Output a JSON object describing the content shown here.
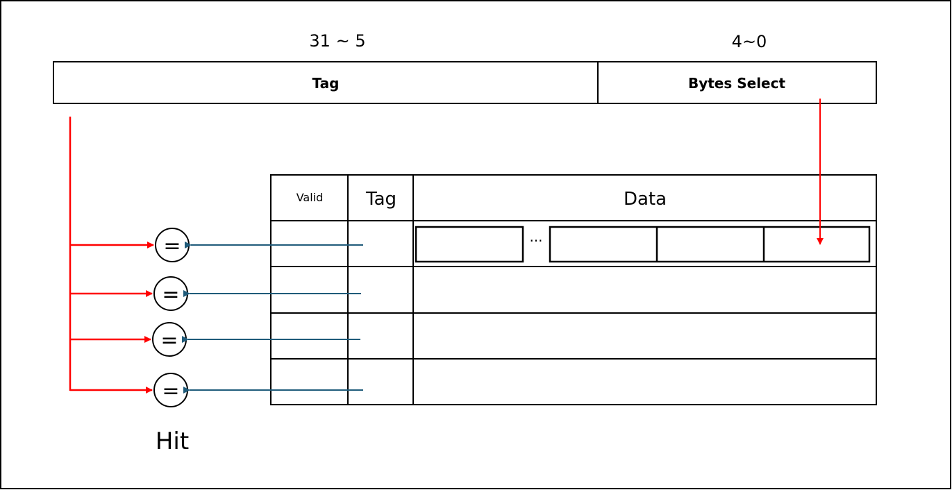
{
  "address": {
    "high_bits": "31 ~ 5",
    "low_bits": "4~0",
    "tag_field": "Tag",
    "byte_select_field": "Bytes Select"
  },
  "cache_table": {
    "headers": {
      "valid": "Valid",
      "tag": "Tag",
      "data": "Data"
    },
    "row_count": 4,
    "first_row_ellipsis": "···"
  },
  "comparators": {
    "symbol": "=",
    "count": 4,
    "output_label": "Hit"
  },
  "colors": {
    "address_path": "#ff0000",
    "tag_path": "#1f5b7a",
    "outline": "#000000",
    "background": "#ffffff"
  }
}
